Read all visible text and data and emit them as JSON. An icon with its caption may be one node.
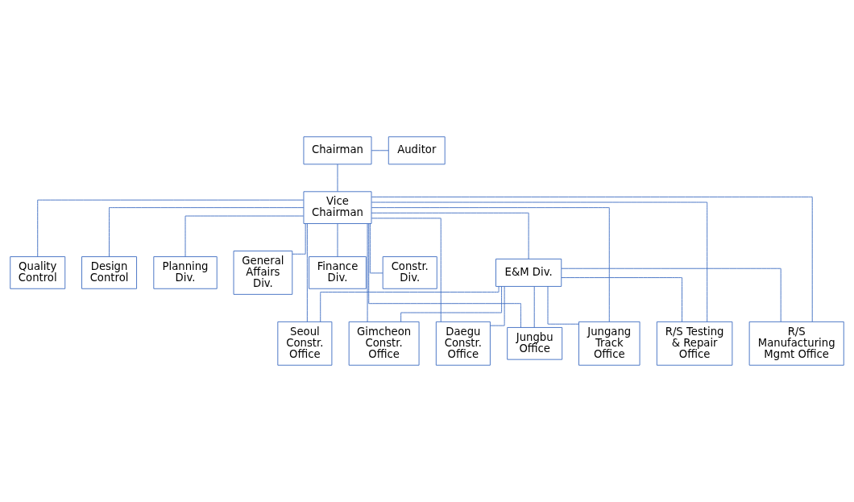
{
  "diagram": {
    "nodes": [
      {
        "text": [
          "Chairman"
        ]
      },
      {
        "text": [
          "Auditor"
        ]
      },
      {
        "text": [
          "Vice Chairman"
        ]
      },
      {
        "text": [
          "Quality Control"
        ]
      },
      {
        "text": [
          "Design Control"
        ]
      },
      {
        "text": [
          "Planning Div."
        ]
      },
      {
        "text": [
          "General Affairs Div."
        ]
      },
      {
        "text": [
          "Finance Div."
        ]
      },
      {
        "text": [
          "Constr. Div."
        ]
      },
      {
        "text": [
          "E&M Div."
        ]
      },
      {
        "text": [
          "Seoul Constr. Office"
        ]
      },
      {
        "text": [
          "Gimcheon Constr. Office"
        ]
      },
      {
        "text": [
          "Daegu Constr. Office"
        ]
      },
      {
        "text": [
          "Jungbu Office"
        ]
      },
      {
        "text": [
          "Jungang Track Office"
        ]
      },
      {
        "text": [
          "R/S Testing & Repair Office"
        ]
      },
      {
        "text": [
          "R/S Manufacturing Mgmt Office"
        ]
      }
    ],
    "edges": [
      {
        "from": 0,
        "to": 1,
        "arrow": "none"
      },
      {
        "from": 0,
        "to": 2,
        "arrow": "none"
      },
      {
        "from": 2,
        "to": 3,
        "arrow": "none"
      },
      {
        "from": 2,
        "to": 4,
        "arrow": "none"
      },
      {
        "from": 2,
        "to": 5,
        "arrow": "none"
      },
      {
        "from": 2,
        "to": 6,
        "arrow": "none"
      },
      {
        "from": 2,
        "to": 7,
        "arrow": "none"
      },
      {
        "from": 2,
        "to": 8,
        "arrow": "none"
      },
      {
        "from": 2,
        "to": 9,
        "arrow": "none"
      },
      {
        "from": 2,
        "to": 10,
        "arrow": "none"
      },
      {
        "from": 2,
        "to": 11,
        "arrow": "none"
      },
      {
        "from": 2,
        "to": 12,
        "arrow": "none"
      },
      {
        "from": 2,
        "to": 13,
        "arrow": "none"
      },
      {
        "from": 2,
        "to": 14,
        "arrow": "none"
      },
      {
        "from": 2,
        "to": 15,
        "arrow": "none"
      },
      {
        "from": 2,
        "to": 16,
        "arrow": "none"
      },
      {
        "from": 9,
        "to": 10,
        "arrow": "none"
      },
      {
        "from": 9,
        "to": 11,
        "arrow": "none"
      },
      {
        "from": 9,
        "to": 12,
        "arrow": "none"
      },
      {
        "from": 9,
        "to": 13,
        "arrow": "none"
      },
      {
        "from": 9,
        "to": 14,
        "arrow": "none"
      },
      {
        "from": 9,
        "to": 15,
        "arrow": "none"
      },
      {
        "from": 9,
        "to": 16,
        "arrow": "none"
      }
    ]
  }
}
